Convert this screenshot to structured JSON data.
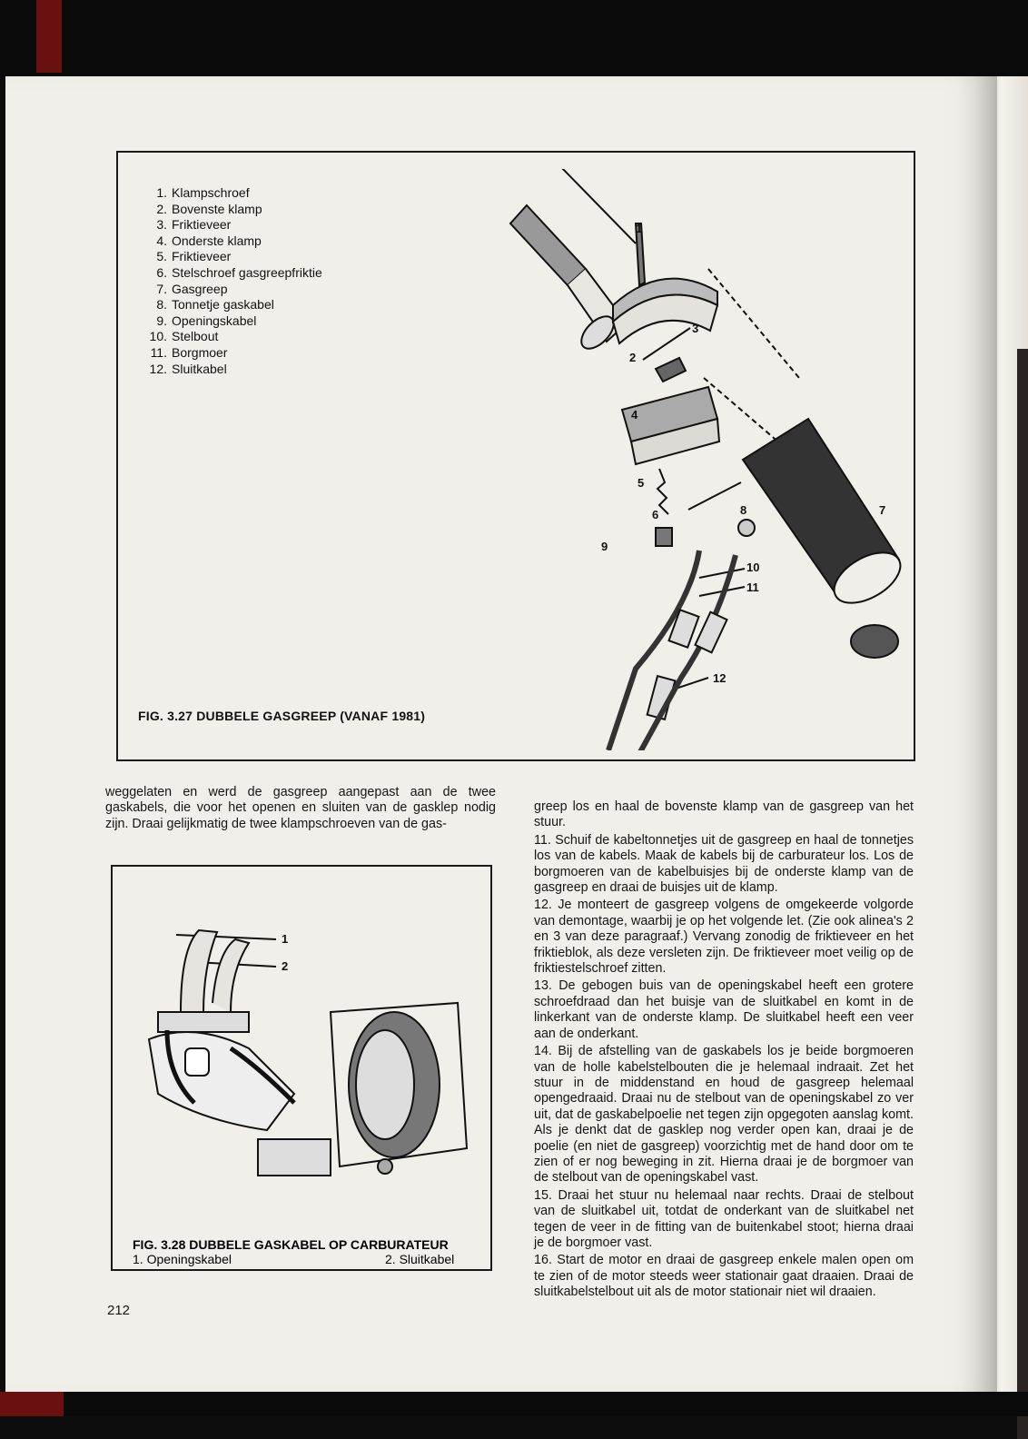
{
  "figure1": {
    "legend": [
      {
        "num": "1.",
        "text": "Klampschroef"
      },
      {
        "num": "2.",
        "text": "Bovenste klamp"
      },
      {
        "num": "3.",
        "text": "Friktieveer"
      },
      {
        "num": "4.",
        "text": "Onderste klamp"
      },
      {
        "num": "5.",
        "text": "Friktieveer"
      },
      {
        "num": "6.",
        "text": "Stelschroef gasgreepfriktie"
      },
      {
        "num": "7.",
        "text": "Gasgreep"
      },
      {
        "num": "8.",
        "text": "Tonnetje gaskabel"
      },
      {
        "num": "9.",
        "text": "Openingskabel"
      },
      {
        "num": "10.",
        "text": "Stelbout"
      },
      {
        "num": "11.",
        "text": "Borgmoer"
      },
      {
        "num": "12.",
        "text": "Sluitkabel"
      }
    ],
    "caption": "FIG. 3.27 DUBBELE GASGREEP (VANAF 1981)",
    "callouts": [
      "1",
      "2",
      "3",
      "4",
      "5",
      "6",
      "7",
      "8",
      "9",
      "10",
      "11",
      "12"
    ]
  },
  "left_text": "weggelaten en werd de gasgreep aangepast aan de twee gaskabels, die voor het openen en sluiten van de gasklep nodig zijn. Draai gelijkmatig de twee klampschroeven van de gas-",
  "figure2": {
    "caption": "FIG. 3.28 DUBBELE GASKABEL OP CARBURATEUR",
    "label1": "1. Openingskabel",
    "label2": "2. Sluitkabel",
    "callouts": [
      "1",
      "2"
    ]
  },
  "right_paragraphs": [
    "greep los en haal de bovenste klamp van de gasgreep van het stuur.",
    "11. Schuif de kabeltonnetjes uit de gasgreep en haal de tonnetjes los van de kabels. Maak de kabels bij de carburateur los. Los de borgmoeren van de kabelbuisjes bij de onderste klamp van de gasgreep en draai de buisjes uit de klamp.",
    "12. Je monteert de gasgreep volgens de omgekeerde volgorde van demontage, waarbij je op het volgende let. (Zie ook alinea's 2 en 3 van deze paragraaf.) Vervang zonodig de friktieveer en het friktieblok, als deze versleten zijn. De friktieveer moet veilig op de friktiestelschroef zitten.",
    "13. De gebogen buis van de openingskabel heeft een grotere schroefdraad dan het buisje van de sluitkabel en komt in de linkerkant van de onderste klamp. De sluitkabel heeft een veer aan de onderkant.",
    "14. Bij de afstelling van de gaskabels los je beide borgmoeren van de holle kabelstelbouten die je helemaal indraait. Zet het stuur in de middenstand en houd de gasgreep helemaal opengedraaid. Draai nu de stelbout van de openingskabel zo ver uit, dat de gaskabelpoelie net tegen zijn opgegoten aanslag komt. Als je denkt dat de gasklep nog verder open kan, draai je de poelie (en niet de gasgreep) voorzichtig met de hand door om te zien of er nog beweging in zit. Hierna draai je de borgmoer van de stelbout van de openingskabel vast.",
    "15. Draai het stuur nu helemaal naar rechts. Draai de stelbout van de sluitkabel uit, totdat de onderkant van de sluitkabel net tegen de veer in de fitting van de buitenkabel stoot; hierna draai je de borgmoer vast.",
    "16. Start de motor en draai de gasgreep enkele malen open om te zien of de motor steeds weer stationair gaat draaien. Draai de sluitkabelstelbout uit als de motor stationair niet wil draaien."
  ],
  "page_number": "212"
}
